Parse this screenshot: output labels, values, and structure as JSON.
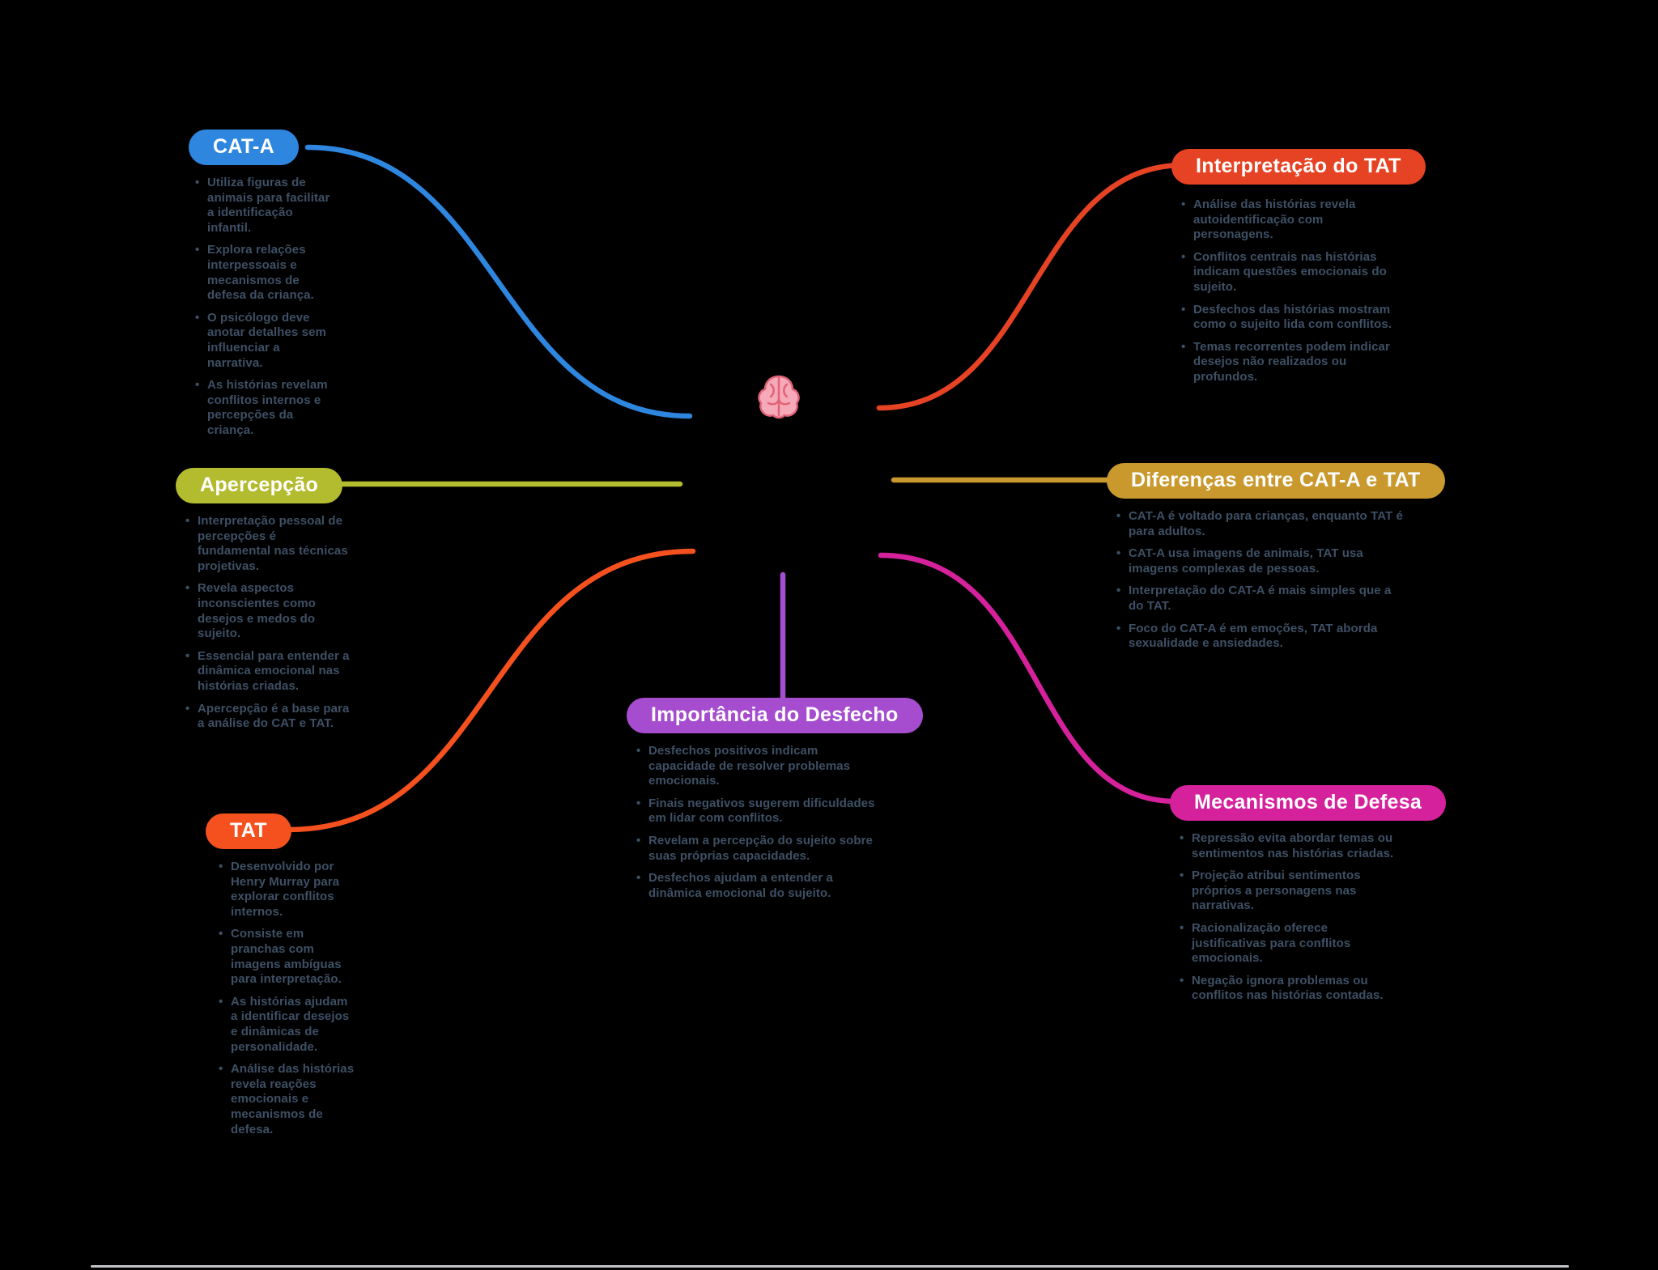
{
  "canvas": {
    "background": "#000000"
  },
  "central": {
    "icon": "brain-icon"
  },
  "branches": [
    {
      "title": "CAT-A",
      "color": "#2e86de",
      "items": [
        "Utiliza figuras de animais para facilitar a identificação infantil.",
        "Explora relações interpessoais e mecanismos de defesa da criança.",
        "O psicólogo deve anotar detalhes sem influenciar a narrativa.",
        "As histórias revelam conflitos internos e percepções da criança."
      ]
    },
    {
      "title": "Interpretação do TAT",
      "color": "#e64325",
      "items": [
        "Análise das histórias revela autoidentificação com personagens.",
        "Conflitos centrais nas histórias indicam questões emocionais do sujeito.",
        "Desfechos das histórias mostram como o sujeito lida com conflitos.",
        "Temas recorrentes podem indicar desejos não realizados ou profundos."
      ]
    },
    {
      "title": "Apercepção",
      "color": "#b3bb2f",
      "items": [
        "Interpretação pessoal de percepções é fundamental nas técnicas projetivas.",
        "Revela aspectos inconscientes como desejos e medos do sujeito.",
        "Essencial para entender a dinâmica emocional nas histórias criadas.",
        "Apercepção é a base para a análise do CAT e TAT."
      ]
    },
    {
      "title": "Diferenças entre CAT-A e TAT",
      "color": "#c9992e",
      "items": [
        "CAT-A é voltado para crianças, enquanto TAT é para adultos.",
        "CAT-A usa imagens de animais, TAT usa imagens complexas de pessoas.",
        "Interpretação do CAT-A é mais simples que a do TAT.",
        "Foco do CAT-A é em emoções, TAT aborda sexualidade e ansiedades."
      ]
    },
    {
      "title": "TAT",
      "color": "#f4511e",
      "items": [
        "Desenvolvido por Henry Murray para explorar conflitos internos.",
        "Consiste em pranchas com imagens ambíguas para interpretação.",
        "As histórias ajudam a identificar desejos e dinâmicas de personalidade.",
        "Análise das histórias revela reações emocionais e mecanismos de defesa."
      ]
    },
    {
      "title": "Importância do Desfecho",
      "color": "#a64ccf",
      "items": [
        "Desfechos positivos indicam capacidade de resolver problemas emocionais.",
        "Finais negativos sugerem dificuldades em lidar com conflitos.",
        "Revelam a percepção do sujeito sobre suas próprias capacidades.",
        "Desfechos ajudam a entender a dinâmica emocional do sujeito."
      ]
    },
    {
      "title": "Mecanismos de Defesa",
      "color": "#d6219c",
      "items": [
        "Repressão evita abordar temas ou sentimentos nas histórias criadas.",
        "Projeção atribui sentimentos próprios a personagens nas narrativas.",
        "Racionalização oferece justificativas para conflitos emocionais.",
        "Negação ignora problemas ou conflitos nas histórias contadas."
      ]
    }
  ]
}
